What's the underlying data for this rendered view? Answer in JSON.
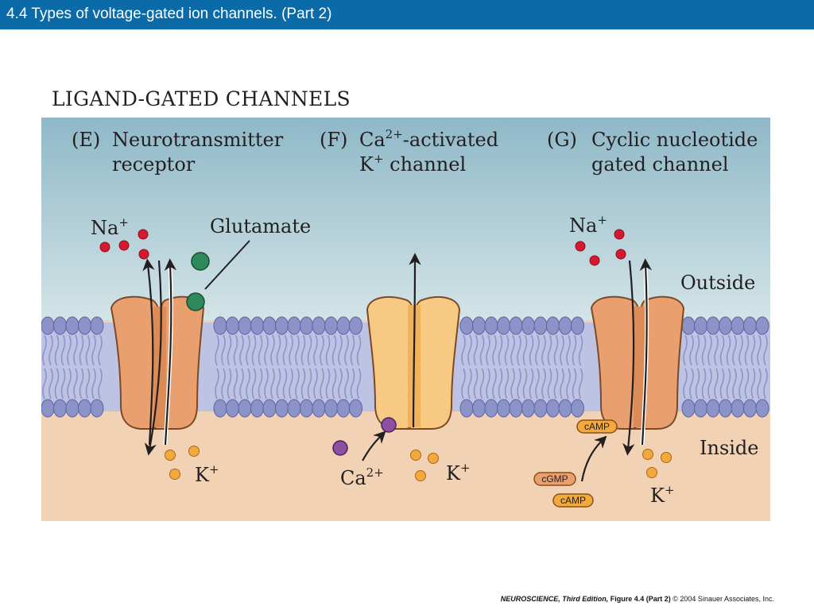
{
  "slide": {
    "title": "4.4  Types of voltage-gated ion channels. (Part 2)"
  },
  "figure": {
    "heading": "LIGAND-GATED CHANNELS",
    "regions": {
      "outside": "Outside",
      "inside": "Inside"
    },
    "panels": [
      {
        "id": "E",
        "letter": "(E)",
        "line1": "Neurotransmitter",
        "line2": "receptor",
        "ions": {
          "top": "Na",
          "top_sup": "+",
          "bottom": "K",
          "bottom_sup": "+"
        },
        "ligand": "Glutamate"
      },
      {
        "id": "F",
        "letter": "(F)",
        "line1_base": "Ca",
        "line1_sup": "2+",
        "line1_rest": "-activated",
        "line2_base": "K",
        "line2_sup": "+",
        "line2_rest": " channel",
        "ions": {
          "left": "Ca",
          "left_sup": "2+",
          "right": "K",
          "right_sup": "+"
        }
      },
      {
        "id": "G",
        "letter": "(G)",
        "line1": "Cyclic nucleotide",
        "line2": "gated channel",
        "ions": {
          "top": "Na",
          "top_sup": "+",
          "bottom": "K",
          "bottom_sup": "+"
        },
        "messengers": {
          "bound": "cAMP",
          "free1": "cGMP",
          "free2": "cAMP"
        }
      }
    ],
    "colors": {
      "outside_top": "#8fb8c8",
      "outside_bottom": "#d3e4e6",
      "membrane_heads": "#8c93c9",
      "membrane_tails": "#bfc3e3",
      "inside": "#f2d2b4",
      "channel_E_G": "#e9a06e",
      "channel_F": "#f7c983",
      "sodium": "#d7192f",
      "potassium": "#f4a93c",
      "calcium": "#8e4fa3",
      "glutamate": "#2e8a5a"
    }
  },
  "caption": {
    "book": "NEUROSCIENCE, Third Edition,",
    "figure": "Figure 4.4 (Part 2)",
    "credit": "© 2004 Sinauer Associates, Inc."
  }
}
